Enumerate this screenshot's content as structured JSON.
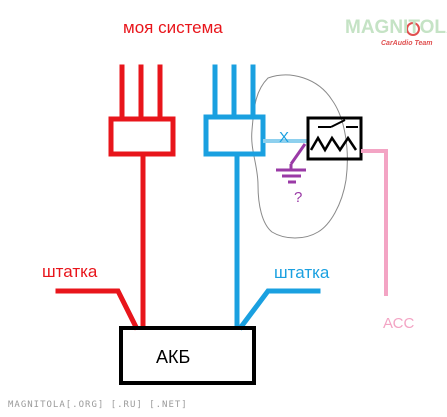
{
  "title": "моя система",
  "labels": {
    "stock_left": "штатка",
    "stock_right": "штатка",
    "battery": "АКБ",
    "acc": "АСС",
    "question": "?",
    "cross": "X"
  },
  "logo": {
    "word": "MAGNITOLA",
    "sub": "CarAudio Team"
  },
  "watermark": "MAGNITOLA[.ORG] [.RU] [.NET]",
  "colors": {
    "red": "#e8151b",
    "blue": "#1aa0e0",
    "pink": "#f3a4c4",
    "purple": "#9a3aa6",
    "black": "#000000",
    "gray_outline": "#8a8a8a"
  }
}
